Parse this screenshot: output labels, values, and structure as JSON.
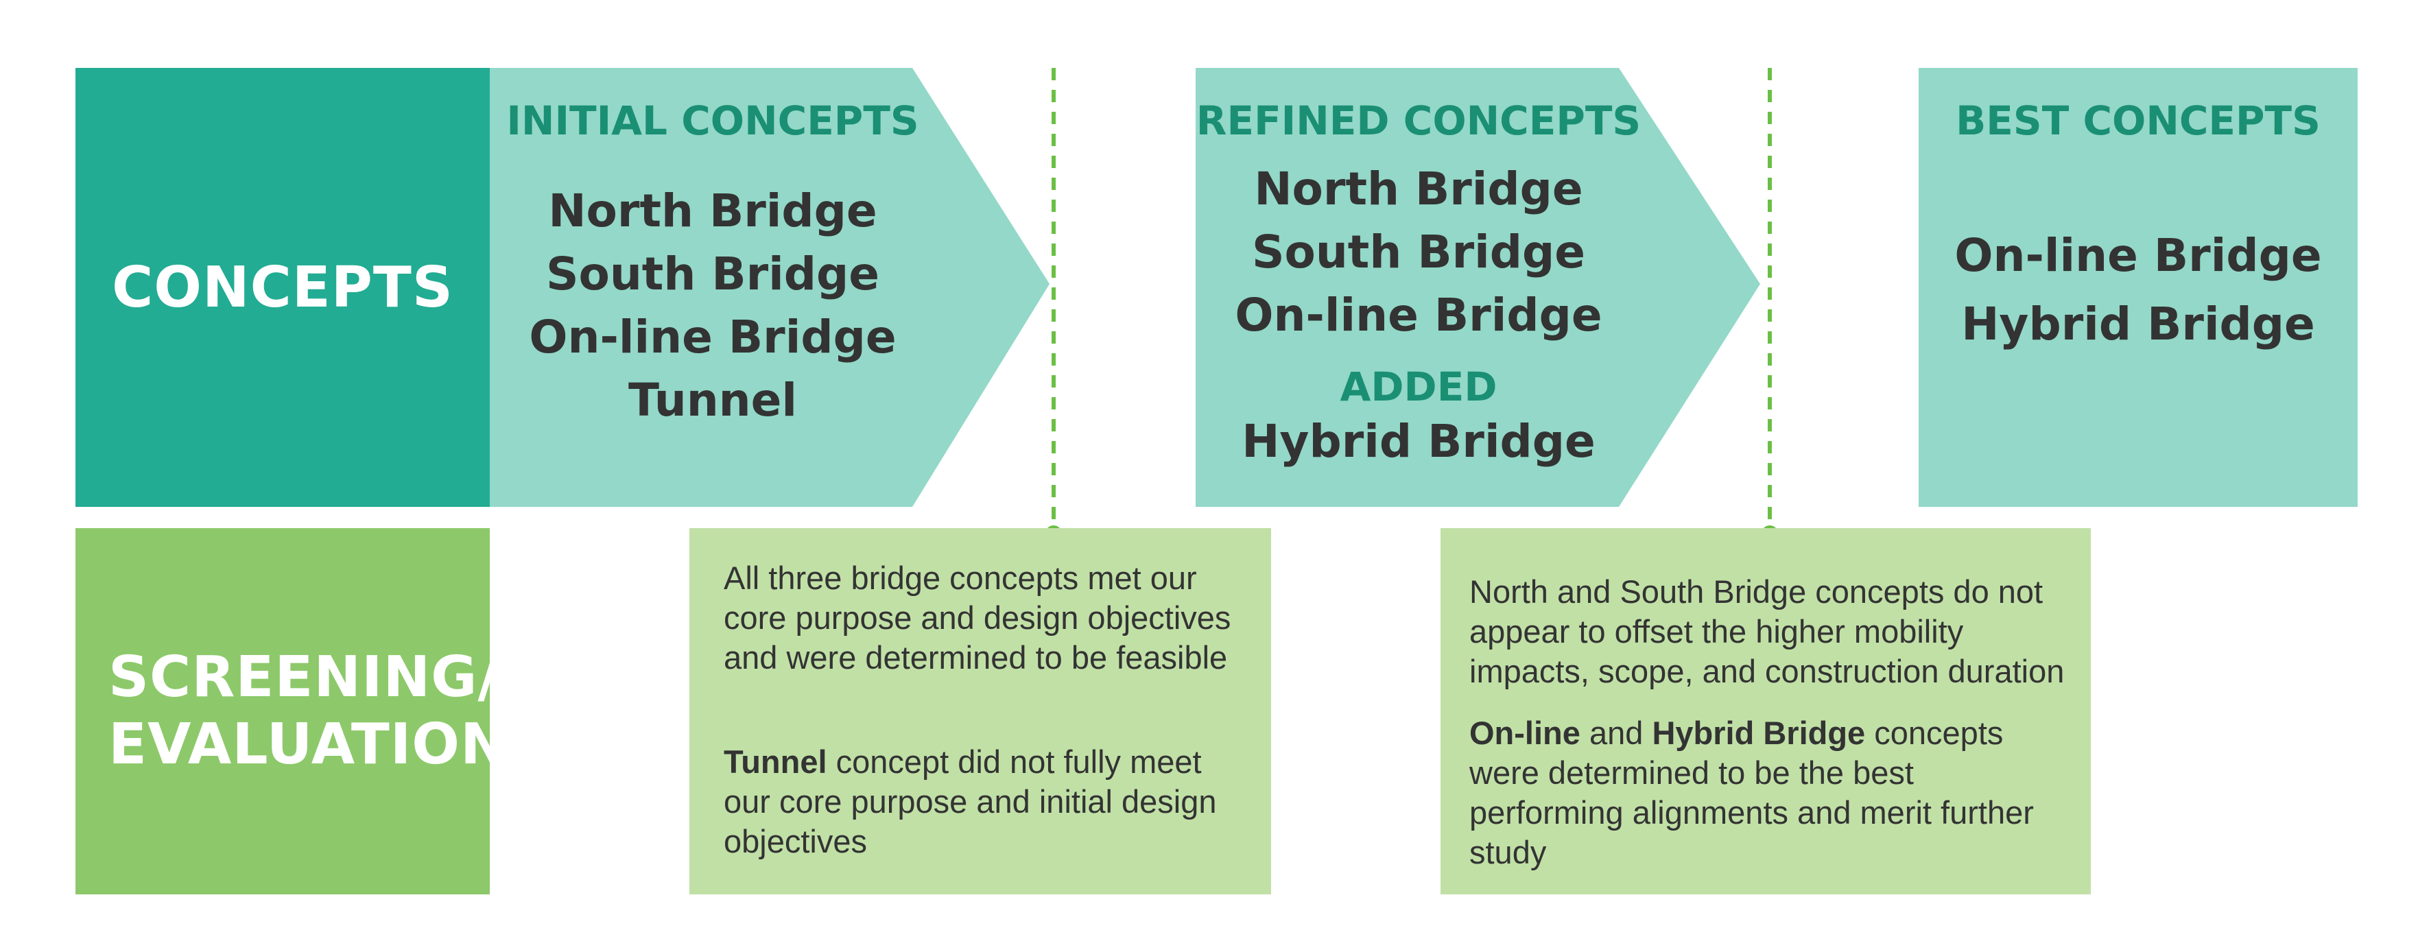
{
  "rows": {
    "concepts": "CONCEPTS",
    "screening": [
      "SCREENING/",
      "EVALUATION"
    ]
  },
  "stages": [
    {
      "title": "INITIAL CONCEPTS",
      "items": [
        "North Bridge",
        "South Bridge",
        "On-line Bridge",
        "Tunnel"
      ]
    },
    {
      "title": "REFINED CONCEPTS",
      "items": [
        "North Bridge",
        "South Bridge",
        "On-line Bridge"
      ],
      "added_label": "ADDED",
      "added_items": [
        "Hybrid Bridge"
      ]
    },
    {
      "title": "BEST CONCEPTS",
      "items": [
        "On-line Bridge",
        "Hybrid Bridge"
      ]
    }
  ],
  "notes": [
    {
      "p1": "All three bridge concepts met our core purpose and design objectives and were determined to be feasible",
      "p2_bold": "Tunnel",
      "p2_rest": " concept did not fully meet our core purpose and initial design objectives"
    },
    {
      "p1": "North and South Bridge concepts do not appear to offset the higher mobility impacts, scope, and construction duration",
      "p2_bold1": "On-line",
      "p2_mid": " and ",
      "p2_bold2": "Hybrid Bridge",
      "p2_rest": " concepts were determined to be the best performing alignments and merit further study"
    }
  ],
  "colors": {
    "concepts_header": "#22ac93",
    "concept_box": "#93d8c8",
    "title_text": "#1a8f74",
    "screening_header": "#8dc96a",
    "note_box": "#c1e0a6",
    "dashed_line": "#6bbf44"
  }
}
